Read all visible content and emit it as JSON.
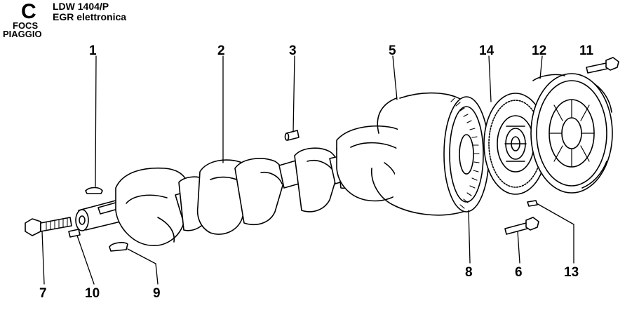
{
  "header": {
    "section_letter": "C",
    "model": "LDW 1404/P",
    "subtitle": "EGR elettronica",
    "brand_line1": "FOCS",
    "brand_line2": "PIAGGIO"
  },
  "callouts": [
    {
      "id": "1",
      "label": "1"
    },
    {
      "id": "2",
      "label": "2"
    },
    {
      "id": "3",
      "label": "3"
    },
    {
      "id": "5",
      "label": "5"
    },
    {
      "id": "14",
      "label": "14"
    },
    {
      "id": "12",
      "label": "12"
    },
    {
      "id": "11",
      "label": "11"
    },
    {
      "id": "7",
      "label": "7"
    },
    {
      "id": "10",
      "label": "10"
    },
    {
      "id": "9",
      "label": "9"
    },
    {
      "id": "8",
      "label": "8"
    },
    {
      "id": "6",
      "label": "6"
    },
    {
      "id": "13",
      "label": "13"
    }
  ],
  "colors": {
    "ink": "#000000",
    "paper": "#ffffff"
  }
}
